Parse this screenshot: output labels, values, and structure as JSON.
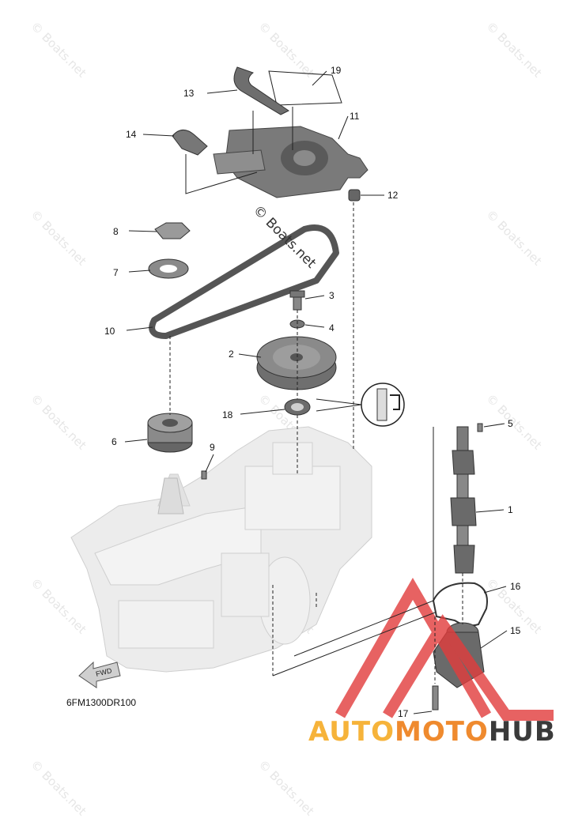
{
  "watermark": "© Boats.net",
  "diagram_code": "6FM1300DR100",
  "fwd_label": "FWD",
  "logo": {
    "part1": "AUTO",
    "part2": "MOTO",
    "part3": "HUB"
  },
  "callouts": [
    "1",
    "2",
    "3",
    "4",
    "5",
    "6",
    "7",
    "8",
    "9",
    "10",
    "11",
    "12",
    "13",
    "14",
    "15",
    "16",
    "17",
    "18",
    "19"
  ],
  "colors": {
    "parts": "#666666",
    "engine_ghost": "#e9e9e9",
    "logo_red": "#e23c3c"
  }
}
